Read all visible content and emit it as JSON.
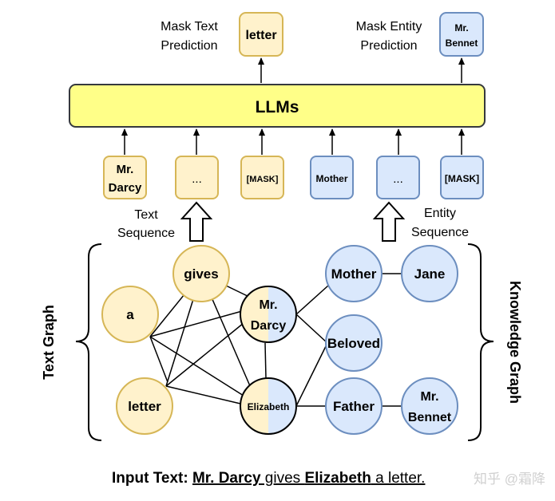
{
  "colors": {
    "yellow_fill": "#fff2cc",
    "yellow_stroke": "#d6b656",
    "blue_fill": "#dae8fc",
    "blue_stroke": "#6c8ebf",
    "llm_fill": "#ffff88",
    "llm_stroke": "#36393d"
  },
  "llm_label": "LLMs",
  "top": {
    "mask_text_line1": "Mask Text",
    "mask_text_line2": "Prediction",
    "mask_text_output": "letter",
    "mask_entity_line1": "Mask Entity",
    "mask_entity_line2": "Prediction",
    "mask_entity_output_line1": "Mr.",
    "mask_entity_output_line2": "Bennet"
  },
  "tokens": {
    "text": {
      "t1_line1": "Mr.",
      "t1_line2": "Darcy",
      "t2": "...",
      "t3": "[MASK]"
    },
    "entity": {
      "t1": "Mother",
      "t2": "...",
      "t3": "[MASK]"
    }
  },
  "labels": {
    "text_seq_line1": "Text",
    "text_seq_line2": "Sequence",
    "entity_seq_line1": "Entity",
    "entity_seq_line2": "Sequence",
    "text_graph": "Text Graph",
    "knowledge_graph": "Knowledge Graph"
  },
  "text_graph_nodes": {
    "gives": "gives",
    "a": "a",
    "letter": "letter",
    "darcy_line1": "Mr.",
    "darcy_line2": "Darcy",
    "elizabeth": "Elizabeth"
  },
  "knowledge_graph_nodes": {
    "mother": "Mother",
    "jane": "Jane",
    "beloved": "Beloved",
    "father": "Father",
    "bennet_line1": "Mr.",
    "bennet_line2": "Bennet"
  },
  "caption": {
    "prefix": "Input Text: ",
    "w1": "Mr. Darcy",
    "w2": " gives ",
    "w3": "Elizabeth",
    "w4": " a letter."
  },
  "watermark": "知乎 @霜降"
}
